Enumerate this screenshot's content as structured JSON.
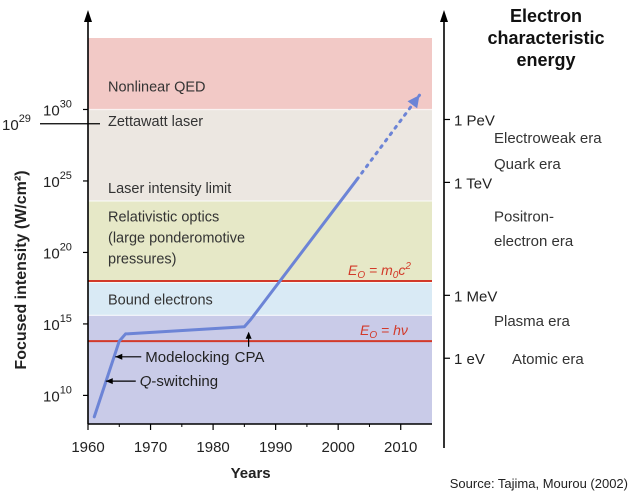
{
  "chart_data": {
    "type": "line",
    "title": "",
    "xlabel": "Years",
    "ylabel": "Focused intensity (W/cm²)",
    "xlim": [
      1960,
      2015
    ],
    "ylim_log10": [
      8,
      35
    ],
    "x_ticks": [
      1960,
      1970,
      1980,
      1990,
      2000,
      2010
    ],
    "y_ticks": [
      {
        "exp": 10,
        "label": "10",
        "sup": "10"
      },
      {
        "exp": 15,
        "label": "10",
        "sup": "15"
      },
      {
        "exp": 20,
        "label": "10",
        "sup": "20"
      },
      {
        "exp": 25,
        "label": "10",
        "sup": "25"
      },
      {
        "exp": 30,
        "label": "10",
        "sup": "30"
      }
    ],
    "y_marker": {
      "exp": 29,
      "label": "10",
      "sup": "29"
    },
    "bands": [
      {
        "from": 30,
        "to": 35,
        "color": "#f2c9c6",
        "label": "Nonlinear QED"
      },
      {
        "from": 23.6,
        "to": 30,
        "color": "#ece7e1",
        "label": "Laser intensity limit"
      },
      {
        "from": 17.9,
        "to": 23.6,
        "color": "#e6e8c7",
        "label_lines": [
          "Relativistic optics",
          "(large ponderomotive",
          "pressures)"
        ]
      },
      {
        "from": 15.6,
        "to": 17.9,
        "color": "#d9eaf5",
        "label": "Bound electrons"
      },
      {
        "from": 8,
        "to": 15.6,
        "color": "#c9cbe8",
        "label": ""
      }
    ],
    "zettawatt_label": "Zettawatt laser",
    "series": [
      {
        "solid": true,
        "x": [
          1961,
          1965,
          1966,
          1985,
          1986,
          2003
        ],
        "y": [
          8.5,
          13.8,
          14.3,
          14.8,
          15.3,
          25.1
        ]
      },
      {
        "solid": false,
        "x": [
          2003,
          2013
        ],
        "y": [
          25.1,
          31.0
        ]
      }
    ],
    "reference_lines": [
      {
        "exp": 18.0,
        "label": "E",
        "sub": "O",
        "rhs": "= m",
        "rhs_sub": "0",
        "rhs_tail": "c",
        "rhs_sup": "2"
      },
      {
        "exp": 13.8,
        "label": "E",
        "sub": "O",
        "rhs": "= hν"
      }
    ],
    "annotations": [
      {
        "text": "CPA",
        "x": 1986,
        "y": 14.8
      },
      {
        "text": "Modelocking",
        "x": 1965,
        "y": 12.7
      },
      {
        "text": "Q-switching",
        "x": 1963,
        "y": 11.0,
        "italic_prefix": "Q",
        "rest": "-switching"
      }
    ],
    "right_axis": {
      "title_lines": [
        "Electron",
        "characteristic",
        "energy"
      ],
      "ticks": [
        {
          "exp": 29.3,
          "label": "1 PeV"
        },
        {
          "exp": 24.9,
          "label": "1 TeV"
        },
        {
          "exp": 17.0,
          "label": "1 MeV"
        },
        {
          "exp": 12.6,
          "label": "1 eV"
        }
      ],
      "eras": [
        {
          "exp": 28.0,
          "label": "Electroweak era"
        },
        {
          "exp": 26.2,
          "label": "Quark era"
        },
        {
          "exp": 22.5,
          "label": "Positron-"
        },
        {
          "exp": 20.8,
          "label": "electron era"
        },
        {
          "exp": 15.2,
          "label": "Plasma era"
        }
      ],
      "atomic_era": "Atomic era"
    },
    "source": "Source: Tajima, Mourou (2002)"
  },
  "colors": {
    "curve": "#6c84d6",
    "ref_line": "#d23a2a"
  }
}
